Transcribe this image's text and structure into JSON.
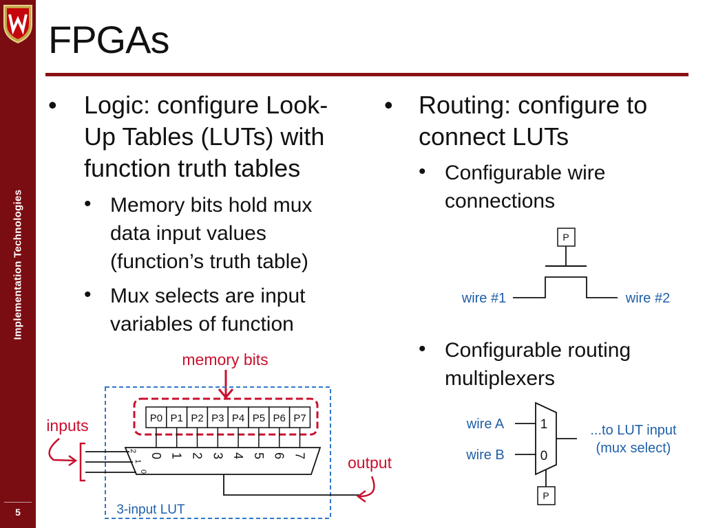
{
  "slide": {
    "title": "FPGAs",
    "sidebar_label": "Implementation Technologies",
    "page_number": "5"
  },
  "left": {
    "bullet": "Logic: configure Look-Up Tables (LUTs) with function truth tables",
    "bullet_lines": [
      "Logic: configure Look-",
      "Up Tables (LUTs) with",
      "function truth tables"
    ],
    "sub1_lines": [
      "Memory bits hold mux",
      "data input values",
      "(function’s truth table)"
    ],
    "sub2_lines": [
      "Mux selects are input",
      "variables of function"
    ]
  },
  "right": {
    "bullet_lines": [
      "Routing: configure to",
      "connect LUTs"
    ],
    "sub1_lines": [
      "Configurable wire",
      "connections"
    ],
    "sub2_lines": [
      "Configurable routing",
      "multiplexers"
    ]
  },
  "lut_diagram": {
    "memory_label": "memory bits",
    "inputs_label": "inputs",
    "output_label": "output",
    "lut_label": "3-input LUT",
    "cells": [
      "P0",
      "P1",
      "P2",
      "P3",
      "P4",
      "P5",
      "P6",
      "P7"
    ],
    "mux_inputs": [
      "0",
      "1",
      "2",
      "3",
      "4",
      "5",
      "6",
      "7"
    ],
    "select_labels": [
      "2",
      "1",
      "0"
    ]
  },
  "wire_diagram": {
    "p_label": "P",
    "wire1": "wire #1",
    "wire2": "wire #2"
  },
  "mux_diagram": {
    "wireA": "wire A",
    "wireB": "wire B",
    "in1": "1",
    "in0": "0",
    "out_line1": "...to LUT input",
    "out_line2": "(mux select)",
    "p_label": "P"
  },
  "colors": {
    "sidebar": "#7a0d12",
    "rule": "#8b0f14",
    "annotation_red": "#c8102e",
    "diagram_blue": "#1f5fa8",
    "dashed_blue": "#2f77c8"
  }
}
